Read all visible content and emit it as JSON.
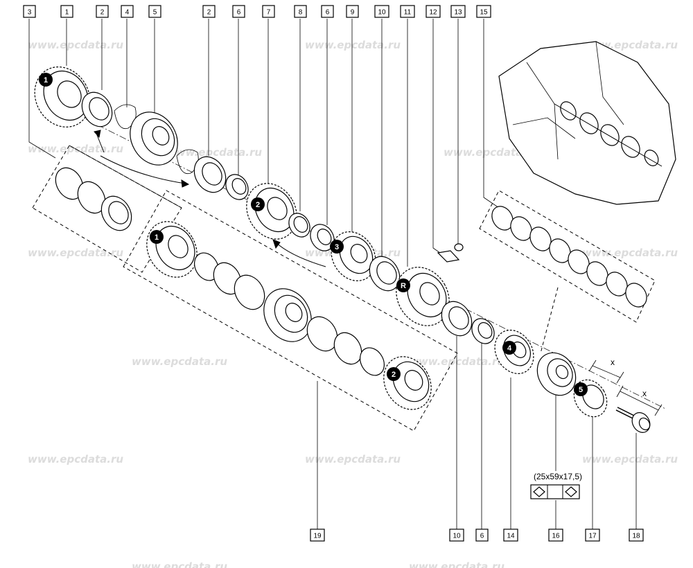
{
  "watermark": "www.epcdata.ru",
  "callouts_top": [
    "3",
    "1",
    "2",
    "4",
    "5",
    "2",
    "6",
    "7",
    "8",
    "6",
    "9",
    "10",
    "11",
    "12",
    "13",
    "15"
  ],
  "callouts_bottom": [
    "19",
    "10",
    "6",
    "14",
    "16",
    "17",
    "18"
  ],
  "gear_marks": [
    "1",
    "2",
    "3",
    "R",
    "4",
    "5",
    "1",
    "2"
  ],
  "bearing_dimension": "(25x59x17,5)",
  "dimension_symbol": "x",
  "colors": {
    "line": "#000000",
    "watermark": "#dcdcdc",
    "badge": "#000000"
  }
}
